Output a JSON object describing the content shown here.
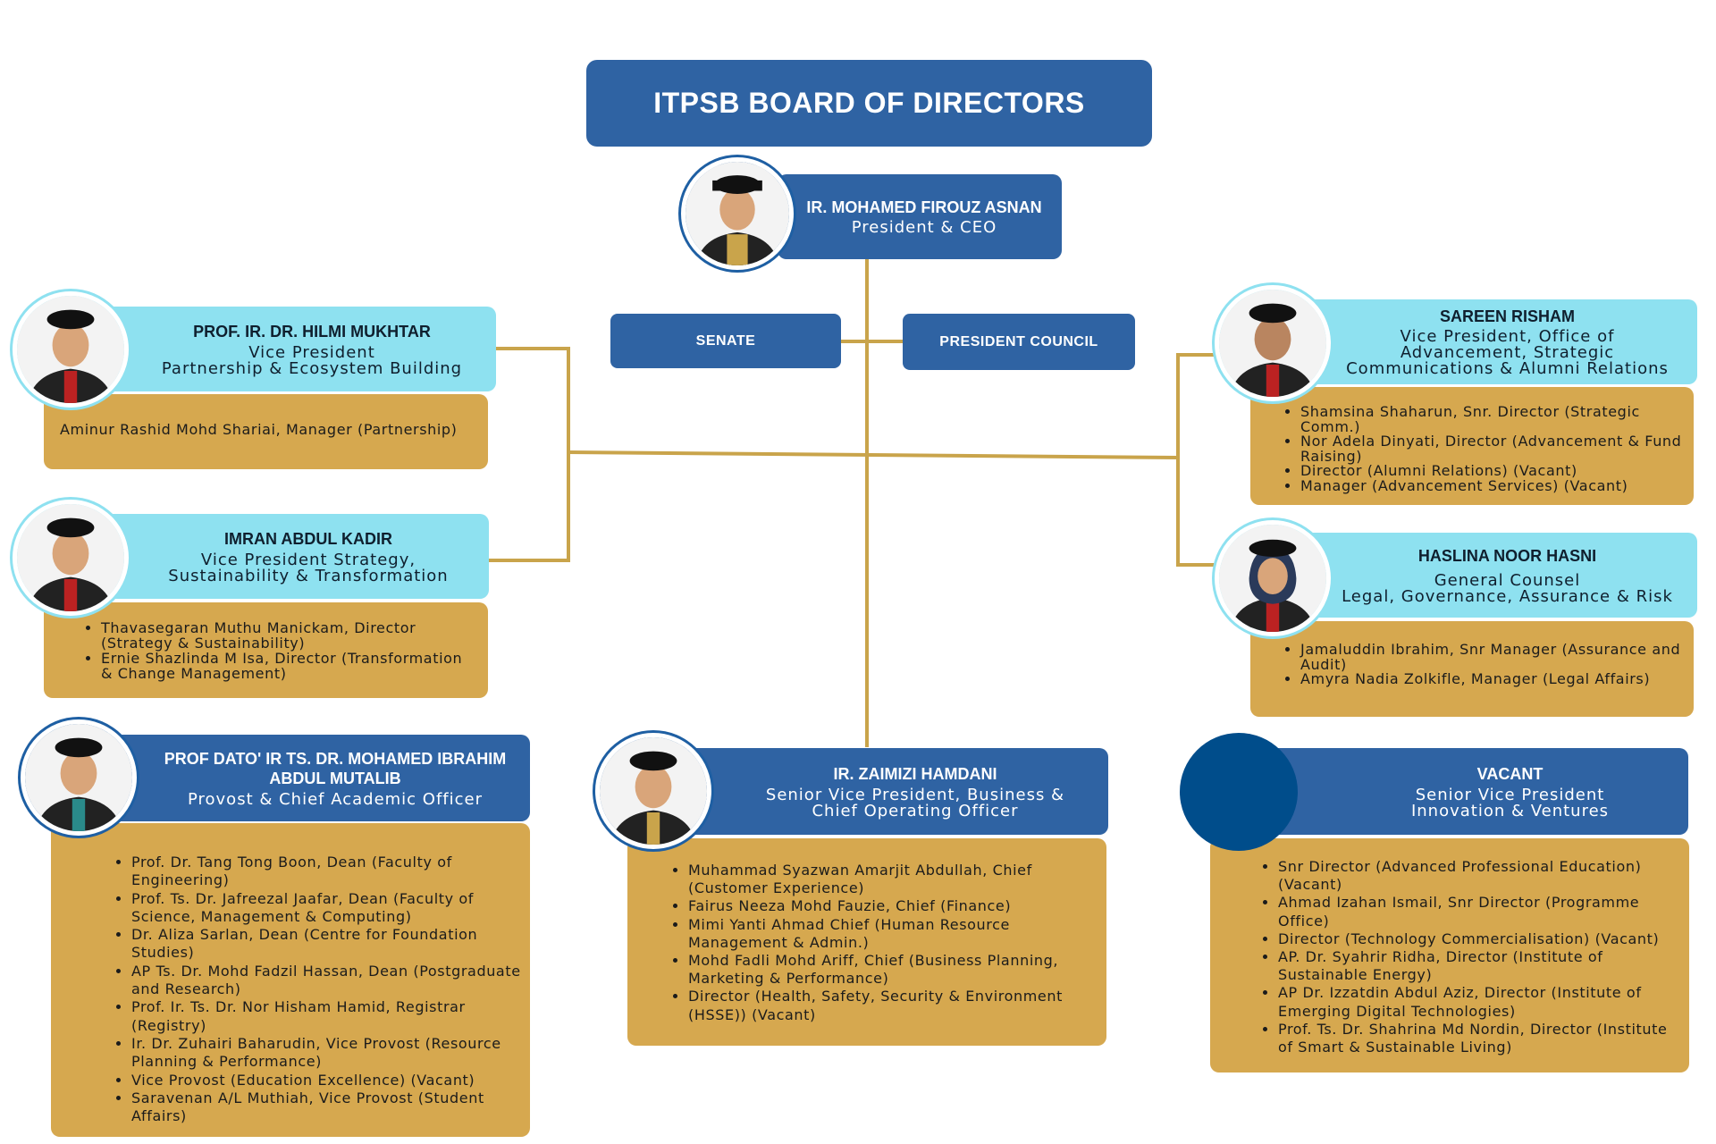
{
  "header": {
    "title": "ITPSB BOARD OF DIRECTORS"
  },
  "president": {
    "name": "IR. MOHAMED FIROUZ ASNAN",
    "title": "President & CEO"
  },
  "units": {
    "senate": "SENATE",
    "president_council": "PRESIDENT COUNCIL"
  },
  "hilmi": {
    "name": "PROF. IR. DR. HILMI MUKHTAR",
    "title_lines": [
      "Vice President",
      "Partnership & Ecosystem Building"
    ],
    "staff": "Aminur Rashid Mohd Shariai, Manager (Partnership)"
  },
  "imran": {
    "name": "IMRAN ABDUL KADIR",
    "title_lines": [
      "Vice President Strategy,",
      "Sustainability & Transformation"
    ],
    "staff": [
      "Thavasegaran Muthu Manickam, Director (Strategy & Sustainability)",
      "Ernie Shazlinda M Isa, Director (Transformation & Change Management)"
    ]
  },
  "ibrahim": {
    "name": "PROF DATO' IR TS. DR. MOHAMED IBRAHIM ABDUL MUTALIB",
    "title": "Provost & Chief Academic Officer",
    "staff": [
      "Prof. Dr. Tang Tong Boon, Dean (Faculty of Engineering)",
      "Prof. Ts. Dr. Jafreezal Jaafar, Dean (Faculty of Science, Management & Computing)",
      "Dr. Aliza Sarlan, Dean (Centre for Foundation Studies)",
      "AP Ts. Dr. Mohd Fadzil Hassan, Dean (Postgraduate and Research)",
      "Prof. Ir. Ts. Dr. Nor Hisham Hamid, Registrar (Registry)",
      "Ir. Dr. Zuhairi Baharudin, Vice Provost (Resource Planning & Performance)",
      "Vice Provost (Education Excellence) (Vacant)",
      "Saravenan A/L Muthiah, Vice Provost (Student Affairs)"
    ]
  },
  "zaimizi": {
    "name": "IR. ZAIMIZI HAMDANI",
    "title_lines": [
      "Senior Vice President, Business &",
      "Chief Operating Officer"
    ],
    "staff": [
      "Muhammad Syazwan Amarjit Abdullah, Chief (Customer Experience)",
      "Fairus Neeza Mohd Fauzie, Chief (Finance)",
      "Mimi Yanti Ahmad Chief (Human Resource Management & Admin.)",
      "Mohd Fadli Mohd Ariff, Chief (Business Planning, Marketing & Performance)",
      "Director (Health, Safety, Security & Environment (HSSE)) (Vacant)"
    ]
  },
  "sareen": {
    "name": "SAREEN RISHAM",
    "title_lines": [
      "Vice President, Office of",
      "Advancement, Strategic",
      "Communications & Alumni Relations"
    ],
    "staff": [
      "Shamsina Shaharun, Snr. Director (Strategic Comm.)",
      "Nor Adela Dinyati, Director (Advancement & Fund Raising)",
      "Director (Alumni Relations) (Vacant)",
      "Manager (Advancement Services) (Vacant)"
    ]
  },
  "haslina": {
    "name": "HASLINA NOOR HASNI",
    "title_lines": [
      "General Counsel",
      "Legal, Governance, Assurance & Risk"
    ],
    "staff": [
      "Jamaluddin Ibrahim, Snr Manager (Assurance and Audit)",
      "Amyra Nadia Zolkifle, Manager (Legal Affairs)"
    ]
  },
  "vacant": {
    "name": "VACANT",
    "title_lines": [
      "Senior Vice President",
      "Innovation & Ventures"
    ],
    "staff": [
      "Snr Director (Advanced Professional Education) (Vacant)",
      "Ahmad Izahan Ismail, Snr Director (Programme Office)",
      "Director (Technology Commercialisation) (Vacant)",
      "AP. Dr. Syahrir Ridha, Director (Institute of Sustainable Energy)",
      "AP Dr. Izzatdin Abdul Aziz, Director (Institute of Emerging Digital Technologies)",
      "Prof. Ts. Dr. Shahrina Md Nordin, Director (Institute of Smart & Sustainable Living)"
    ]
  },
  "colors": {
    "dark_blue": "#2f63a3",
    "light_blue": "#8ee1f0",
    "gold": "#d6a84f",
    "connector": "#c9a44b",
    "vacant_circle": "#004d8b"
  }
}
